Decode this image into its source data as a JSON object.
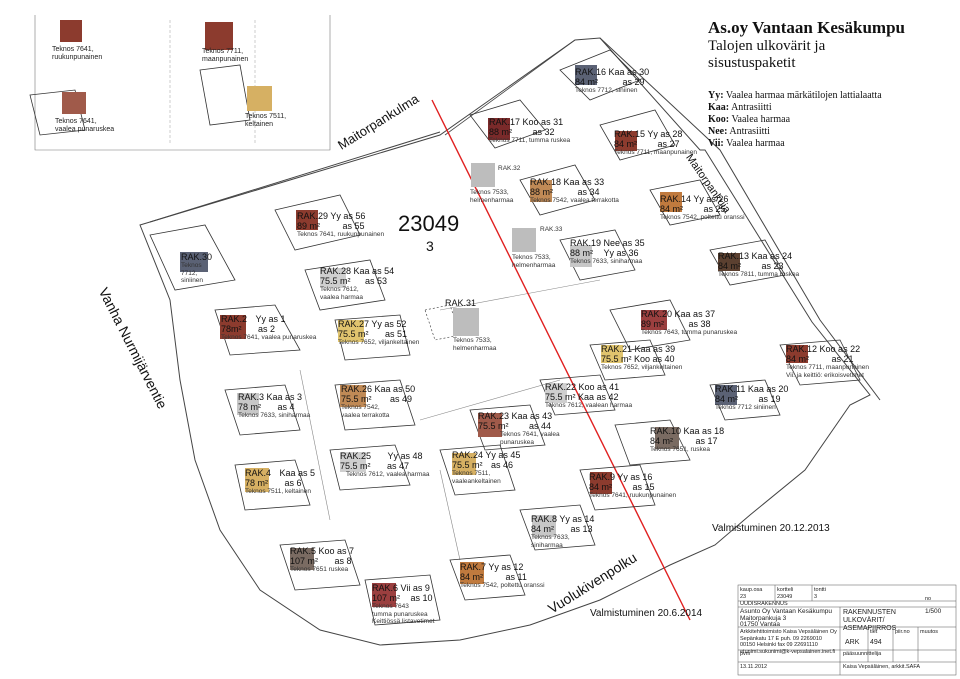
{
  "title": {
    "line1": "As.oy Vantaan Kesäkumpu",
    "line2": "Talojen ulkovärit ja",
    "line3": "sisustuspaketit"
  },
  "legend": [
    {
      "code": "Yy:",
      "text": "Vaalea harmaa märkätilojen lattialaatta"
    },
    {
      "code": "Kaa:",
      "text": "Antrasiitti"
    },
    {
      "code": "Koo:",
      "text": "Vaalea harmaa"
    },
    {
      "code": "Nee:",
      "text": "Antrasiitti"
    },
    {
      "code": "Vii:",
      "text": "Vaalea harmaa"
    }
  ],
  "colors": {
    "tk7641": "#8c3b2e",
    "tk7711": "#7a2a2a",
    "tk7511": "#d6b063",
    "tk7533": "#bdbdbd",
    "tk7542": "#c08a56",
    "tk7633": "#c7c7c7",
    "tk7712": "#5b6275",
    "tk7643": "#a05a4a",
    "tk7651": "#7a6b62",
    "tk7612": "#cfcfcf",
    "tk7652": "#e0c46e",
    "tk7643b": "#9b3f3f",
    "redline": "#e02020"
  },
  "swatches": [
    {
      "label": "Teknos 7641,",
      "label2": "ruukunpunainen"
    },
    {
      "label": "Teknos 7711,",
      "label2": "maanpunainen"
    },
    {
      "label": "Teknos 7641,",
      "label2": "vaalea punaruskea"
    },
    {
      "label": "Teknos 7511,",
      "label2": "keltainen"
    }
  ],
  "roads": {
    "maitorpankulma": "Maitorpankulma",
    "maitorpankuja": "Maitorpankuja",
    "vanha": "Vanha Nurmijärventie",
    "vuolu": "Vuolukivenpolku"
  },
  "block": {
    "num": "23049",
    "sub": "3"
  },
  "dates": {
    "d1": "Valmistuminen 20.12.2013",
    "d2": "Valmistuminen 20.6.2014"
  },
  "houses": {
    "r16": {
      "n": "RAK.16",
      "l1": "Kaa as 30",
      "a": "84 m²",
      "l2": "as 29",
      "c": "Teknos 7712, siniinen"
    },
    "r17": {
      "n": "RAK.17",
      "l1": "Koo as 31",
      "a": "88 m²",
      "l2": "as 32",
      "c": "Teknos 7711, tumma ruskea"
    },
    "r15": {
      "n": "RAK.15",
      "l1": "Yy as 28",
      "a": "84 m²",
      "l2": "as 27",
      "c": "Teknos 7711, maanpunainen"
    },
    "r32": {
      "n": "RAK.32",
      "c": "Teknos 7533,",
      "c2": "helmenharmaa"
    },
    "r18": {
      "n": "RAK.18",
      "l1": "Kaa as 33",
      "a": "88 m²",
      "l2": "as 34",
      "c": "Teknos 7542, vaalea terrakotta"
    },
    "r14": {
      "n": "RAK.14",
      "l1": "Yy as 26",
      "a": "84 m²",
      "l2": "as 25",
      "c": "Teknos 7542, poltettu oranssi"
    },
    "r29": {
      "n": "RAK.29",
      "l1": "Yy as 56",
      "a": "89 m²",
      "l2": "as 55",
      "c": "Teknos 7641, ruukunpunainen"
    },
    "r33": {
      "n": "RAK.33",
      "c": "Teknos 7533,",
      "c2": "helmenharmaa"
    },
    "r19": {
      "n": "RAK.19",
      "l1": "Nee as 35",
      "a": "88 m²",
      "l2": "Yy  as 36",
      "c": "Teknos 7633, siniharmaa"
    },
    "r30": {
      "n": "RAK.30",
      "c": "Teknos",
      "c2": "7712,",
      "c3": "siniinen"
    },
    "r13": {
      "n": "RAK.13",
      "l1": "Kaa as 24",
      "a": "84 m²",
      "l2": "as 23",
      "c": "Teknos 7811, tumma ruskea"
    },
    "r28": {
      "n": "RAK.28",
      "l1": "Kaa as 54",
      "a": "75.5 m²",
      "l2": "as 53",
      "c": "Teknos 7612,",
      "c2": "vaalea harmaa"
    },
    "r31": {
      "n": "RAK.31",
      "c": "Teknos 7533,",
      "c2": "helmenharmaa"
    },
    "r2": {
      "n": "RAK.2",
      "l1": "Yy as 1",
      "a": "78m²",
      "l2": "as 2",
      "c": "Teknos 7641, vaalea punaruskea"
    },
    "r27": {
      "n": "RAK.27",
      "l1": "Yy  as 52",
      "a": "75.5 m²",
      "l2": "as 51",
      "c": "Teknos 7652, viljankeltainen"
    },
    "r20": {
      "n": "RAK.20",
      "l1": "Kaa as 37",
      "a": "89 m²",
      "l2": "as 38",
      "c": "Teknos 7643, tumma punaruskea"
    },
    "r21": {
      "n": "RAK.21",
      "l1": "Kaa as 39",
      "a": "75.5 m²",
      "l2": "Koo as 40",
      "c": "Teknos 7652, viljankeltainen"
    },
    "r12": {
      "n": "RAK.12",
      "l1": "Koo as 22",
      "a": "84 m²",
      "l2": "as 21",
      "c": "Teknos 7711, maanpunainen",
      "c2": "Vii: ja keittiö: erikoisvetimet"
    },
    "r3": {
      "n": "RAK.3",
      "l1": "Kaa as 3",
      "a": "78 m²",
      "l2": "as 4",
      "c": "Teknos 7633, siniharmaa"
    },
    "r26": {
      "n": "RAK.26",
      "l1": "Kaa  as 50",
      "a": "75.5 m²",
      "l2": "as 49",
      "c": "Teknos 7542,",
      "c2": "vaalea terrakotta"
    },
    "r22": {
      "n": "RAK.22",
      "l1": "Koo as 41",
      "a": "75.5 m²",
      "l2": "Kaa as 42",
      "c": "Teknos 7612, vaalean harmaa"
    },
    "r11": {
      "n": "RAK.11",
      "l1": "Kaa as 20",
      "a": "84 m²",
      "l2": "as 19",
      "c": "Teknos 7712 siniinen"
    },
    "r23": {
      "n": "RAK.23",
      "l1": "Kaa as 43",
      "a": "75.5 m²",
      "l2": "as 44",
      "c": "Teknos 7641, vaalea",
      "c2": "punaruskea"
    },
    "r10": {
      "n": "RAK.10",
      "l1": "Kaa as 18",
      "a": "84 m²",
      "l2": "as 17",
      "c": "Teknos 7651, ruskea"
    },
    "r25": {
      "n": "RAK.25",
      "l1": "Yy  as 48",
      "a": "75.5 m²",
      "l2": "as 47",
      "c": "Teknos 7612, vaalea harmaa"
    },
    "r24": {
      "n": "RAK.24",
      "l1": "Yy as 45",
      "a": "75.5 m²",
      "l2": "as 46",
      "c": "Teknos 7511,",
      "c2": "vaaleankeltainen"
    },
    "r4": {
      "n": "RAK.4",
      "l1": "Kaa as 5",
      "a": "78 m²",
      "l2": "as 6",
      "c": "Teknos 7511, keltainen"
    },
    "r9": {
      "n": "RAK.9",
      "l1": "Yy  as 16",
      "a": "84 m²",
      "l2": "as 15",
      "c": "Teknos 7641, ruukunpunainen"
    },
    "r8": {
      "n": "RAK.8",
      "l1": "Yy  as 14",
      "a": "84 m²",
      "l2": "as 13",
      "c": "Teknos 7633,",
      "c2": "siniharmaa"
    },
    "r5": {
      "n": "RAK.5",
      "l1": "Koo as 7",
      "a": "107 m²",
      "l2": "as 8",
      "c": "Teknos 7651 ruskea"
    },
    "r7": {
      "n": "RAK.7",
      "l1": "Yy  as 12",
      "a": "84 m²",
      "l2": "as 11",
      "c": "Teknos 7542, poltettu oranssi"
    },
    "r6": {
      "n": "RAK.6",
      "l1": "Vii as 9",
      "a": "107 m²",
      "l2": "as 10",
      "c": "Teknos 7643",
      "c2": "tumma punaruskea",
      "c3": "Keittiössä listavetimet"
    }
  },
  "titleblock": {
    "h1": "kaup.osa",
    "h2": "kortteli",
    "h3": "tontti",
    "v1": "23",
    "v2": "23049",
    "v3": "3",
    "no": "no",
    "owner_h": "UUDISRAKENNUS",
    "c1": "Asunto Oy Vantaan Kesäkumpu",
    "c1b": "Maitorpankuja 3",
    "c1c": "01750 Vantaa",
    "c2": "RAKENNUSTEN",
    "c2b": "ULKOVÄRIT/",
    "c2c": "ASEMAPIIRROS",
    "scale": "1/500",
    "arch": "Arkkitehtitoimisto Kaisa Vepsäläinen Oy",
    "arch2": "Sepänkatu 17 E",
    "arch3": "00150  Helsinki",
    "arch4": "puh. 09 2269010",
    "arch5": "fax 09 22691110",
    "email": "etunimi.sukunimi@k-vepsalainen.inet.fi",
    "lbl1": "tiet",
    "lbl2": "piir.no",
    "lbl3": "muutos",
    "lbl4": "pvm",
    "lbl5": "pääsuunnittelija",
    "code": "ARK",
    "num": "494",
    "date": "13.11.2012",
    "sig": "Kaisa Vepsäläinen, arkkit.SAFA"
  }
}
